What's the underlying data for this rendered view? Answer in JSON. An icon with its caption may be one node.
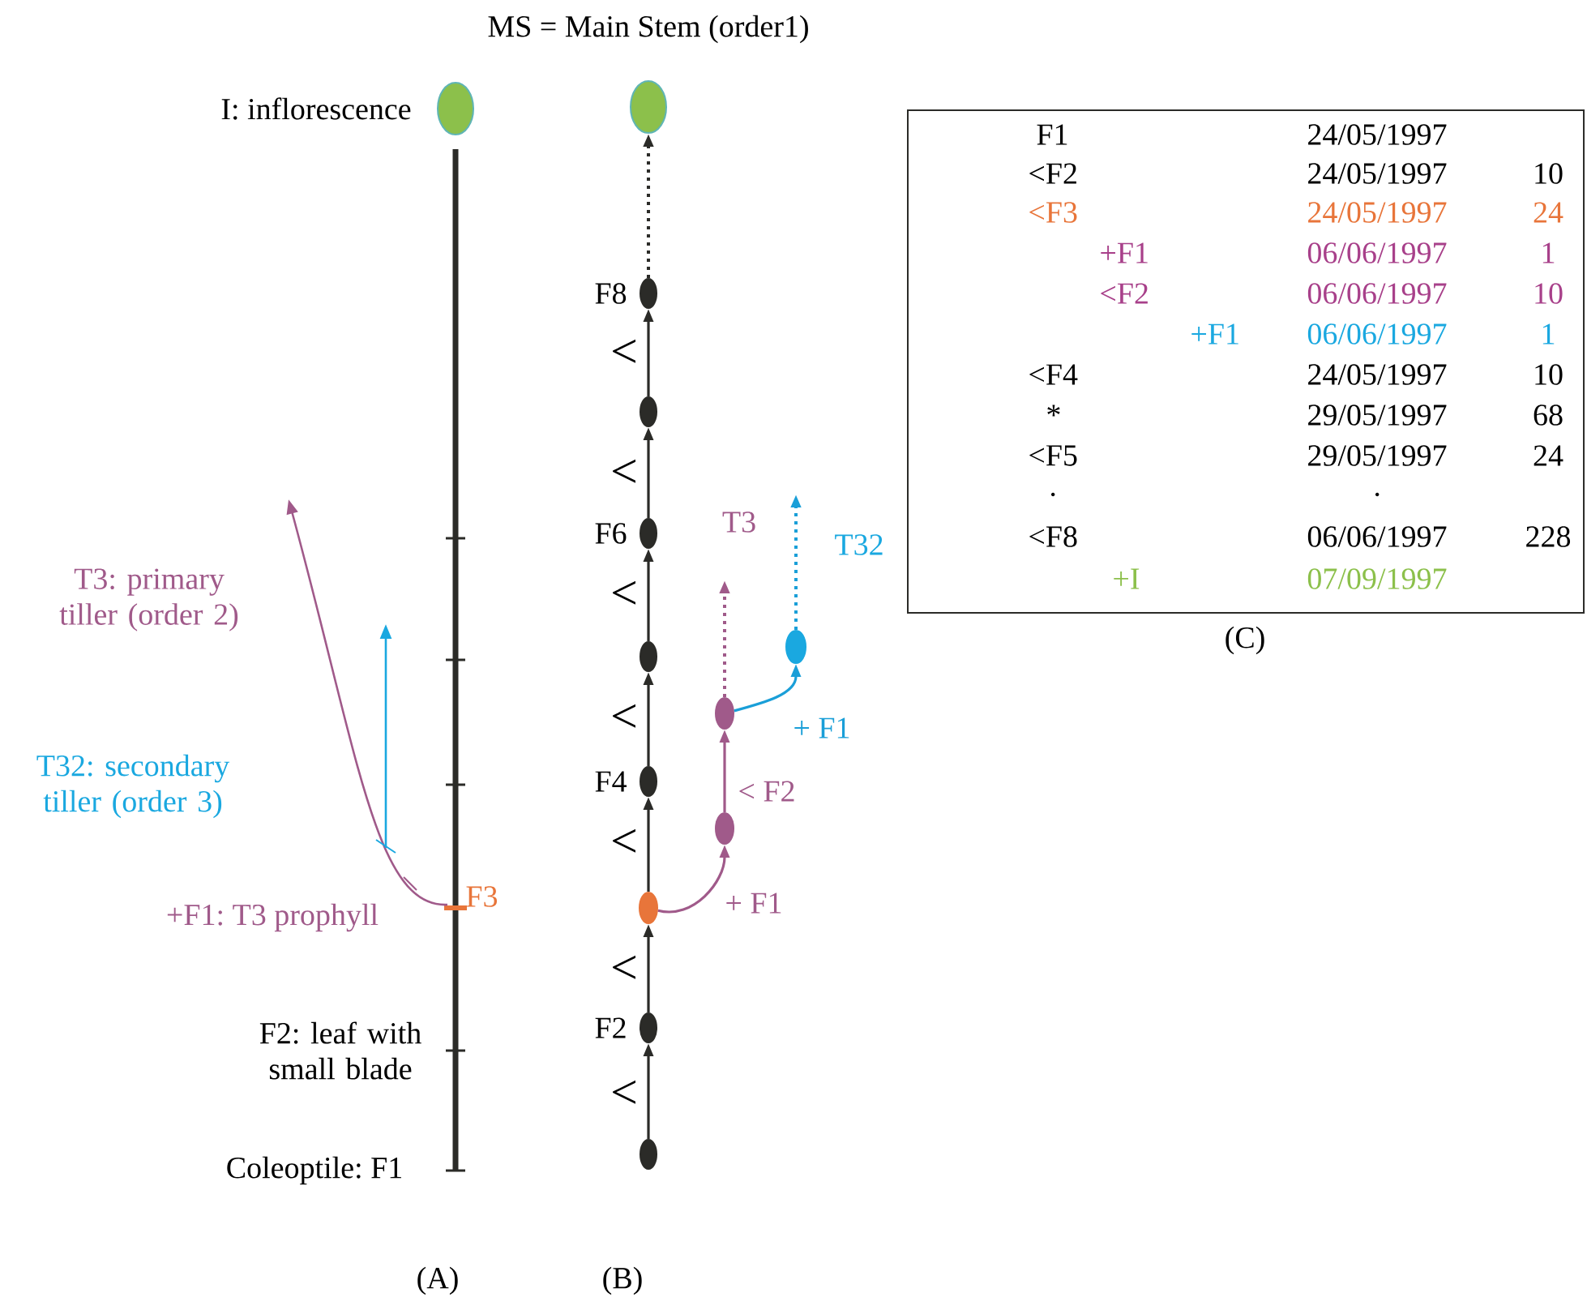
{
  "diagram": {
    "nodes": [
      {
        "text": [],
        "shape": "ellipse",
        "beside": [
          "I: inflorescence"
        ]
      },
      {
        "text": [],
        "shape": "ellipse"
      },
      {
        "text": [],
        "shape": "ellipse",
        "beside": [
          "F8"
        ]
      },
      {
        "text": [],
        "shape": "ellipse"
      },
      {
        "text": [],
        "shape": "ellipse",
        "beside": [
          "F6"
        ]
      },
      {
        "text": [],
        "shape": "ellipse"
      },
      {
        "text": [],
        "shape": "ellipse",
        "beside": [
          "F4"
        ]
      },
      {
        "text": [],
        "shape": "ellipse"
      },
      {
        "text": [],
        "shape": "ellipse",
        "beside": [
          "F2"
        ]
      },
      {
        "text": [],
        "shape": "ellipse"
      },
      {
        "text": [],
        "shape": "ellipse"
      },
      {
        "text": [],
        "shape": "ellipse"
      },
      {
        "text": [],
        "shape": "ellipse"
      }
    ],
    "edges": [
      {
        "from": 9,
        "to": 8,
        "arrow": "to"
      },
      {
        "from": 8,
        "to": 7,
        "arrow": "to"
      },
      {
        "from": 7,
        "to": 6,
        "arrow": "to"
      },
      {
        "from": 6,
        "to": 5,
        "arrow": "to"
      },
      {
        "from": 5,
        "to": 4,
        "arrow": "to"
      },
      {
        "from": 4,
        "to": 3,
        "arrow": "to"
      },
      {
        "from": 3,
        "to": 2,
        "arrow": "to"
      },
      {
        "from": 2,
        "to": 1,
        "arrow": "to",
        "style": "dashed"
      },
      {
        "from": 7,
        "to": 10,
        "arrow": "to",
        "color": "#a05a8a",
        "label": "+ F1"
      },
      {
        "from": 10,
        "to": 11,
        "arrow": "to",
        "color": "#a05a8a",
        "label": "< F2"
      },
      {
        "from": 11,
        "to": null,
        "arrow": "to",
        "style": "dashed",
        "color": "#a05a8a"
      },
      {
        "from": 11,
        "to": 12,
        "arrow": "to",
        "color": "#1a9fd8",
        "label": "+ F1"
      },
      {
        "from": 12,
        "to": null,
        "arrow": "to",
        "style": "dashed",
        "color": "#1a9fd8"
      }
    ],
    "labels": [
      "MS = Main Stem (order1)",
      "F3",
      "T3: primary tiller (order 2)",
      "T32: secondary tiller (order 3)",
      "+F1: T3 prophyll",
      "F2: leaf with small blade",
      "Coleoptile: F1",
      "<",
      "<",
      "<",
      "<",
      "<",
      "<",
      "<",
      "T3",
      "T32",
      "F1",
      "24/05/1997",
      "<F2",
      "24/05/1997",
      "10",
      "<F3",
      "24/05/1997",
      "24",
      "+F1",
      "06/06/1997",
      "1",
      "<F2",
      "06/06/1997",
      "10",
      "+F1",
      "06/06/1997",
      "1",
      "<F4",
      "24/05/1997",
      "10",
      "*",
      "29/05/1997",
      "68",
      "<F5",
      "29/05/1997",
      "24",
      ".",
      ".",
      "<F8",
      "06/06/1997",
      "228",
      "+I",
      "07/09/1997",
      "(C)",
      "(A)",
      "(B)"
    ]
  }
}
